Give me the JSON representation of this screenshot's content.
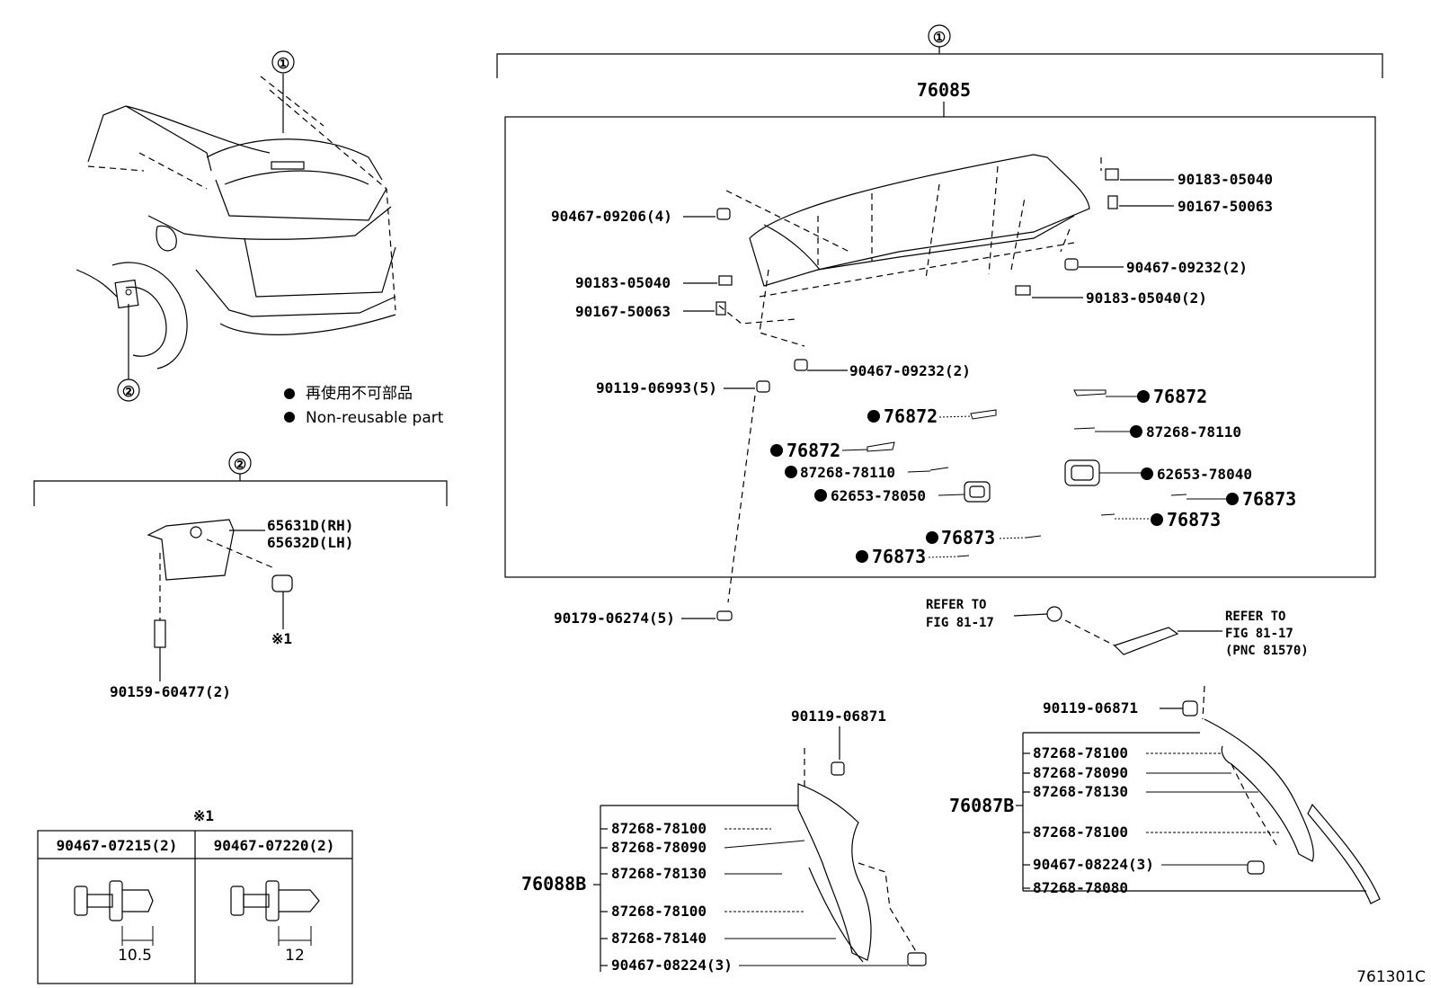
{
  "callouts": {
    "one": "①",
    "two": "②"
  },
  "main_part": "76085",
  "legend": {
    "jp": "再使用不可部品",
    "en": "Non-reusable part"
  },
  "spoiler_labels": [
    "90467-09206(4)",
    "90183-05040",
    "90167-50063",
    "90119-06993(5)",
    "90179-06274(5)",
    "90183-05040",
    "90167-50063",
    "90467-09232(2)",
    "90183-05040(2)",
    "90467-09232(2)"
  ],
  "nonreusable_labels": [
    "76872",
    "76872",
    "87268-78110",
    "62653-78050",
    "76873",
    "76873",
    "76872",
    "87268-78110",
    "62653-78040",
    "76873",
    "76873"
  ],
  "mudguard": {
    "part_rh": "65631D(RH)",
    "part_lh": "65632D(LH)",
    "screw": "90159-60477(2)",
    "note_ref": "※1"
  },
  "clip_table": {
    "ref": "※1",
    "col1": "90467-07215(2)",
    "col2": "90467-07220(2)",
    "dim1": "10.5",
    "dim2": "12"
  },
  "refer": {
    "l1": "REFER TO",
    "l2": "FIG 81-17",
    "r1": "REFER TO",
    "r2": "FIG 81-17",
    "r3": "(PNC 81570)"
  },
  "left_assembly": {
    "part": "76088B",
    "bolt": "90119-06871",
    "items": [
      "87268-78100",
      "87268-78090",
      "87268-78130",
      "87268-78100",
      "87268-78140",
      "90467-08224(3)"
    ]
  },
  "right_assembly": {
    "part": "76087B",
    "bolt": "90119-06871",
    "items": [
      "87268-78100",
      "87268-78090",
      "87268-78130",
      "87268-78100",
      "90467-08224(3)",
      "87268-78080"
    ]
  },
  "figure_code": "761301C"
}
